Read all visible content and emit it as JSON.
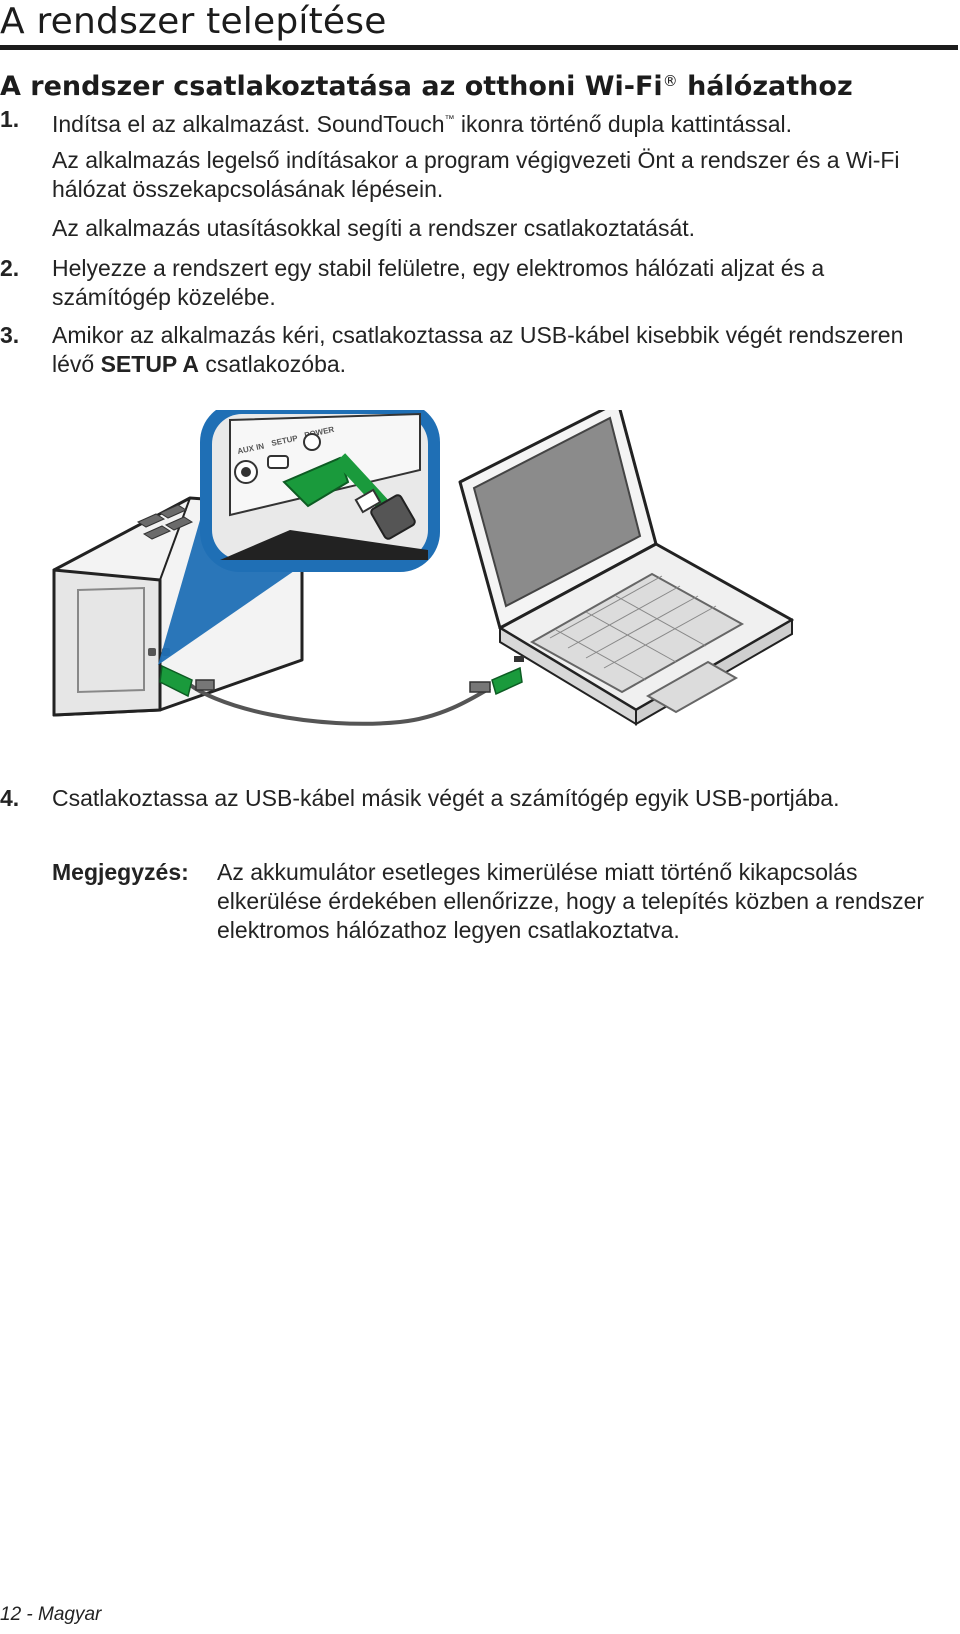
{
  "page": {
    "title": "A rendszer telepítése",
    "section_title": "A rendszer csatlakoztatása az otthoni Wi-Fi",
    "section_title_mark": "®",
    "section_title_end": " hálózathoz"
  },
  "steps": [
    {
      "number": "1.",
      "text_a": "Indítsa el az alkalmazást. SoundTouch",
      "mark": "™",
      "text_b": " ikonra történő dupla kattintással.",
      "para1": "Az alkalmazás legelső indításakor a program végigvezeti Önt a rendszer és a Wi-Fi hálózat összekapcsolásának lépésein.",
      "para2": "Az alkalmazás utasításokkal segíti a rendszer csatlakoztatását."
    },
    {
      "number": "2.",
      "text": "Helyezze a rendszert egy stabil felületre, egy elektromos hálózati aljzat és a számítógép közelébe."
    },
    {
      "number": "3.",
      "text_a": "Amikor az alkalmazás kéri, csatlakoztassa az USB-kábel kisebbik végét rendszeren lévő ",
      "bold": "SETUP A",
      "text_b": " csatlakozóba."
    },
    {
      "number": "4.",
      "text": "Csatlakoztassa az USB-kábel másik végét a számítógép egyik USB-portjába."
    }
  ],
  "note": {
    "label": "Megjegyzés:",
    "text": "Az akkumulátor esetleges kimerülése miatt történő kikapcsolás elkerülése érdekében ellenőrizze, hogy a telepítés közben a rendszer elektromos hálózathoz legyen csatlakoztatva."
  },
  "illustration": {
    "port_labels": [
      "AUX IN",
      "SETUP",
      "POWER"
    ],
    "colors": {
      "callout": "#1f6fb5",
      "arrow": "#1a9a3c",
      "panel": "#e9e9e9"
    }
  },
  "footer": {
    "text": "12 - Magyar"
  }
}
